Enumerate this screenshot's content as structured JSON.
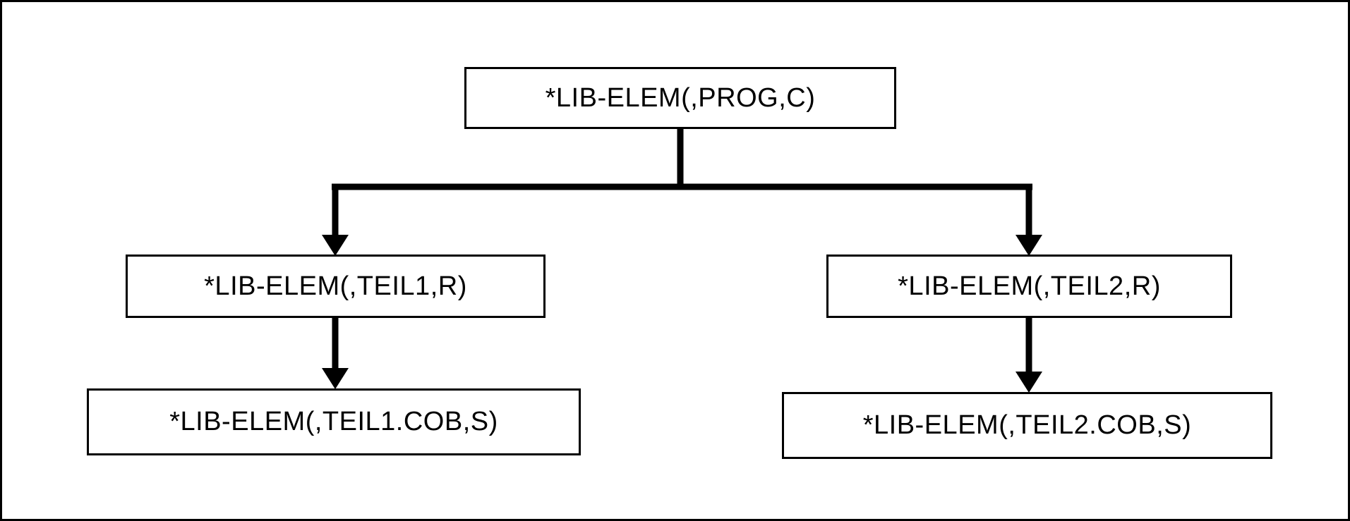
{
  "diagram": {
    "title": "library-element-hierarchy",
    "root": {
      "label": "*LIB-ELEM(,PROG,C)"
    },
    "level2": [
      {
        "label": "*LIB-ELEM(,TEIL1,R)"
      },
      {
        "label": "*LIB-ELEM(,TEIL2,R)"
      }
    ],
    "level3": [
      {
        "label": "*LIB-ELEM(,TEIL1.COB,S)"
      },
      {
        "label": "*LIB-ELEM(,TEIL2.COB,S)"
      }
    ],
    "colors": {
      "line": "#000000",
      "box_border": "#000000",
      "background": "#ffffff",
      "text": "#000000"
    }
  }
}
